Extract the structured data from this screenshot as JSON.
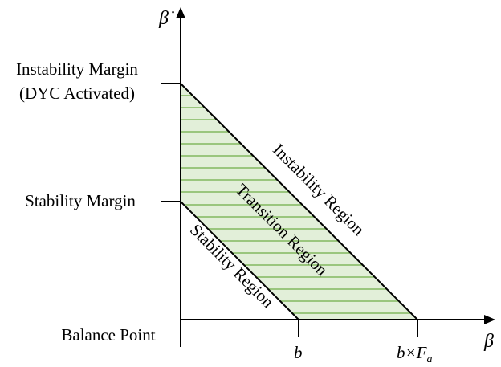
{
  "diagram": {
    "y_axis_label": "β̇",
    "x_axis_label": "β",
    "y_ticks": {
      "instability_margin_line1": "Instability Margin",
      "instability_margin_line2": "(DYC Activated)",
      "stability_margin": "Stability Margin",
      "balance_point": "Balance Point"
    },
    "x_ticks": {
      "b": "b",
      "b_times": "b×",
      "f": "F",
      "a": "a"
    },
    "regions": {
      "instability": "Instability Region",
      "transition": "Transition Region",
      "stability": "Stability Region"
    },
    "colors": {
      "fill": "#e2efd9",
      "hatch": "#70ad47",
      "axis": "#000000"
    }
  }
}
